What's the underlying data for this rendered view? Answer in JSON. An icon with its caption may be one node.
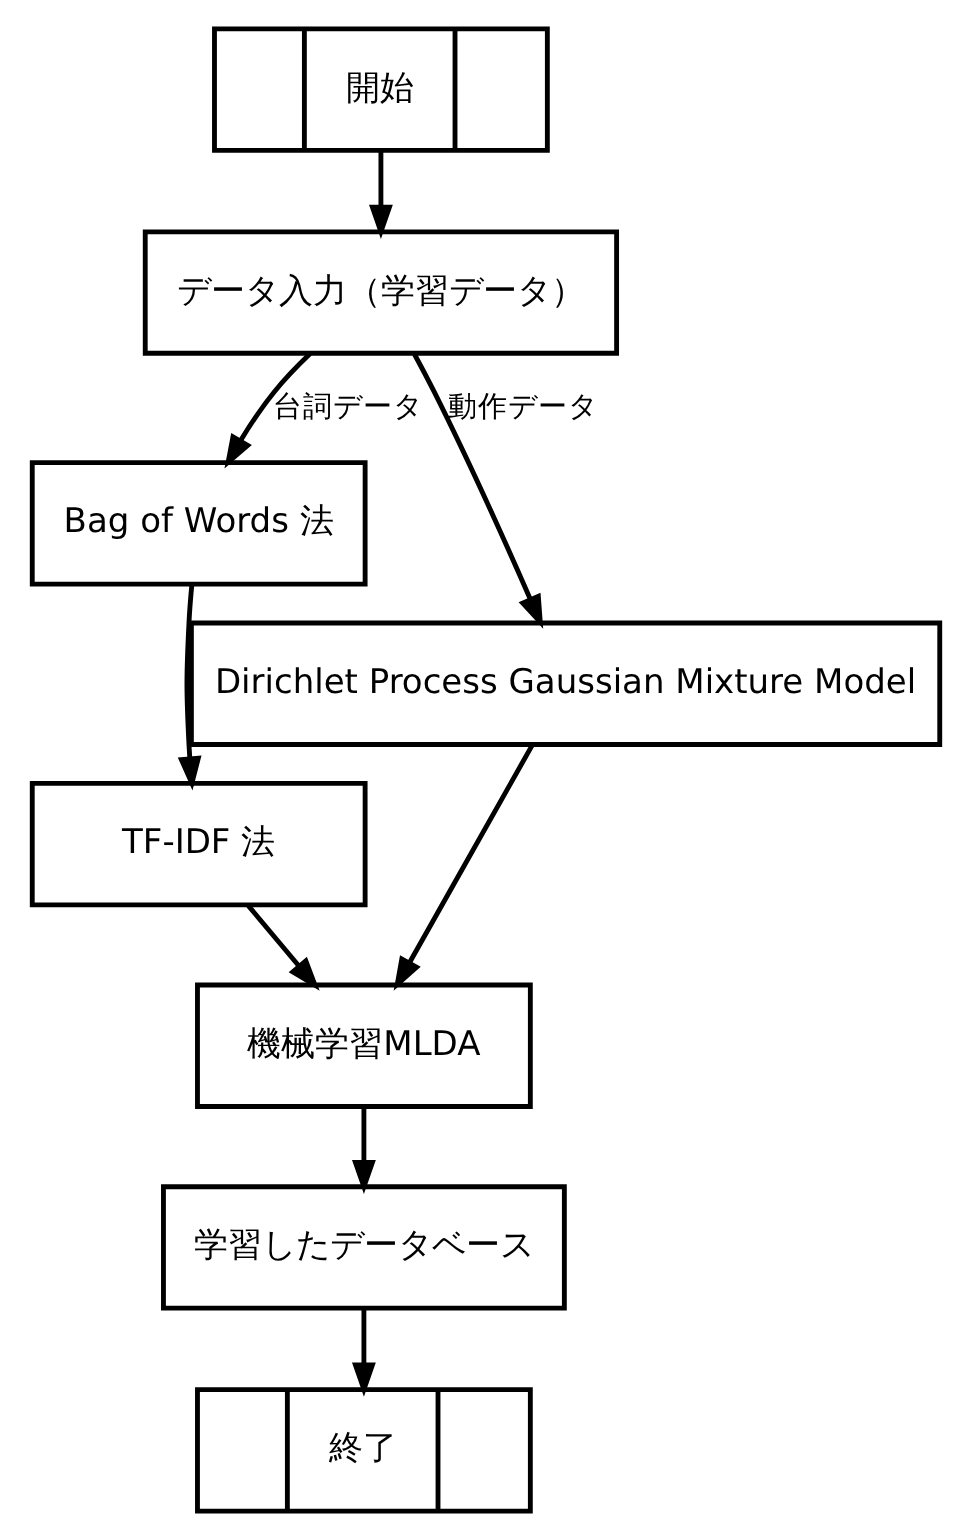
{
  "diagram": {
    "nodes": [
      {
        "text": [
          "開始"
        ]
      },
      {
        "text": [
          "データ入力（学習データ）"
        ]
      },
      {
        "text": [
          "Bag of Words 法"
        ]
      },
      {
        "text": [
          "Dirichlet Process Gaussian Mixture Model"
        ]
      },
      {
        "text": [
          "TF-IDF 法"
        ]
      },
      {
        "text": [
          "機械学習MLDA"
        ]
      },
      {
        "text": [
          "学習したデータベース"
        ]
      },
      {
        "text": [
          "終了"
        ]
      }
    ],
    "edges": [
      {
        "from": 0,
        "to": 1,
        "arrow": "to"
      },
      {
        "from": 1,
        "to": 2,
        "arrow": "to",
        "label": "台詞データ"
      },
      {
        "from": 1,
        "to": 3,
        "arrow": "to",
        "label": "動作データ"
      },
      {
        "from": 2,
        "to": 4,
        "arrow": "to"
      },
      {
        "from": 4,
        "to": 5,
        "arrow": "to"
      },
      {
        "from": 3,
        "to": 5,
        "arrow": "to"
      },
      {
        "from": 5,
        "to": 6,
        "arrow": "to"
      },
      {
        "from": 6,
        "to": 7,
        "arrow": "to"
      }
    ]
  }
}
